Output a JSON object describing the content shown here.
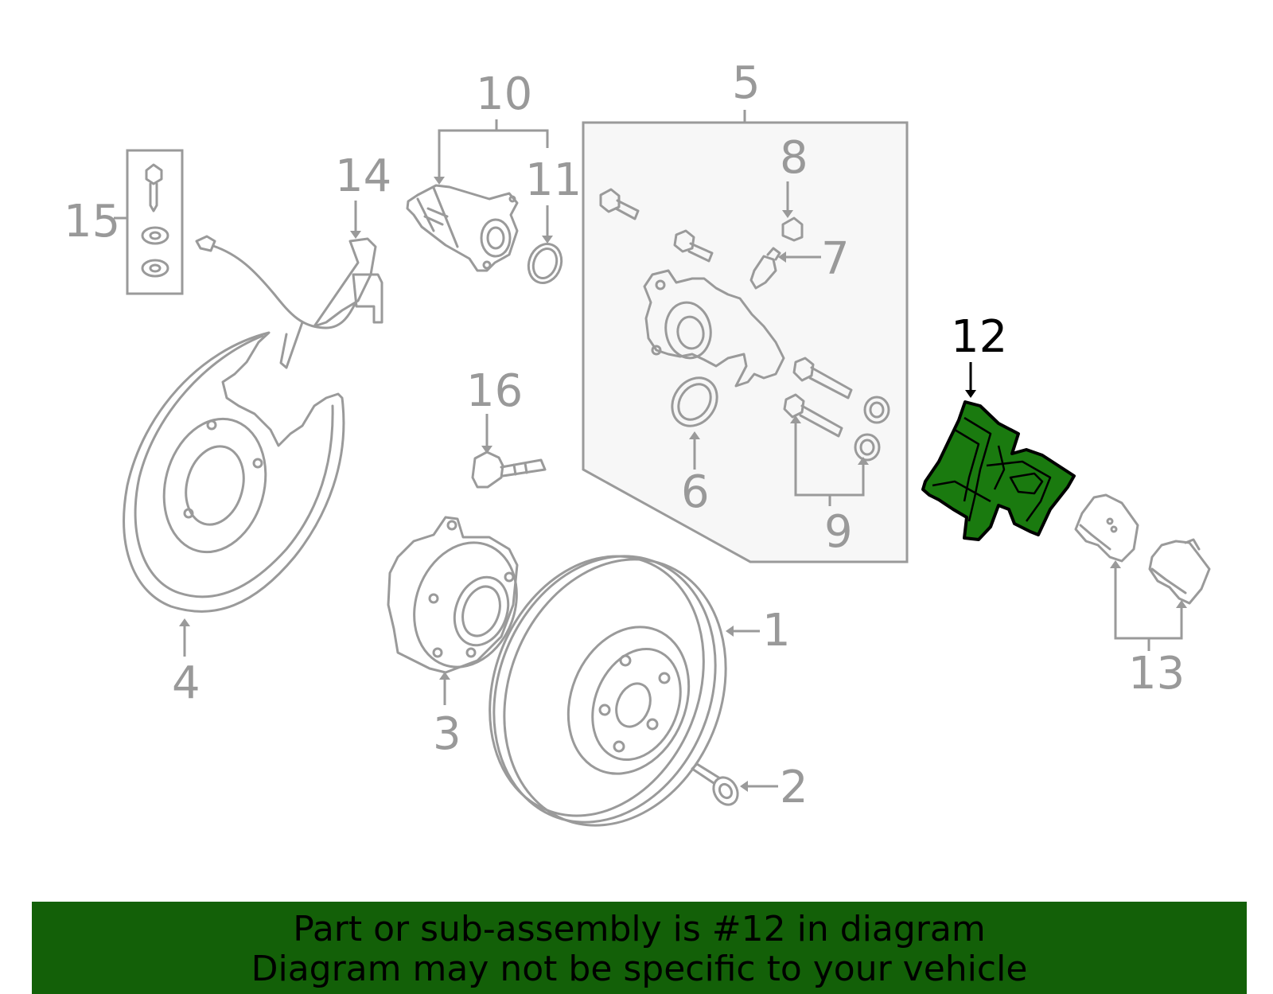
{
  "callouts": [
    {
      "num": "1",
      "highlighted": false
    },
    {
      "num": "2",
      "highlighted": false
    },
    {
      "num": "3",
      "highlighted": false
    },
    {
      "num": "4",
      "highlighted": false
    },
    {
      "num": "5",
      "highlighted": false
    },
    {
      "num": "6",
      "highlighted": false
    },
    {
      "num": "7",
      "highlighted": false
    },
    {
      "num": "8",
      "highlighted": false
    },
    {
      "num": "9",
      "highlighted": false
    },
    {
      "num": "10",
      "highlighted": false
    },
    {
      "num": "11",
      "highlighted": false
    },
    {
      "num": "12",
      "highlighted": true
    },
    {
      "num": "13",
      "highlighted": false
    },
    {
      "num": "14",
      "highlighted": false
    },
    {
      "num": "15",
      "highlighted": false
    },
    {
      "num": "16",
      "highlighted": false
    }
  ],
  "colors": {
    "highlight_fill": "#1a7a0f",
    "footer_bg": "#136008",
    "line_gray": "#9a9a9a",
    "box_fill": "#f7f7f7"
  },
  "footer": {
    "line1": "Part or sub-assembly is #12 in diagram",
    "line2": "Diagram may not be specific to your vehicle"
  }
}
